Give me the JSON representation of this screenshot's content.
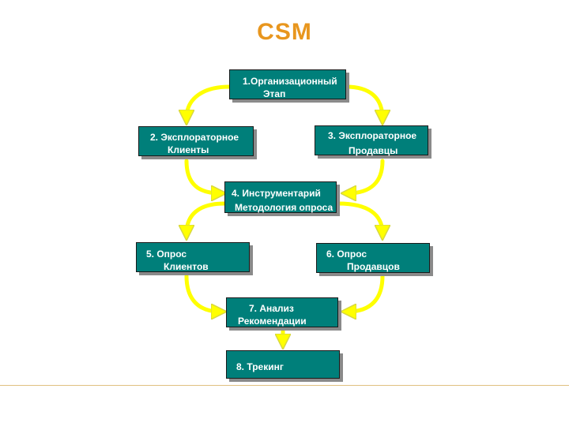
{
  "title": "CSM",
  "colors": {
    "title": "#e8961e",
    "box_fill": "#007f7a",
    "box_shadow": "#8a8a8a",
    "arrow": "#ffff00",
    "arrow_outline": "#e0e050",
    "rule": "#e0c080"
  },
  "steps": [
    {
      "line1": "1.Организационный",
      "line2": "Этап"
    },
    {
      "line1": "2.  Эксплораторное",
      "line2": "Клиенты"
    },
    {
      "line1": "3. Эксплораторное",
      "line2": "Продавцы"
    },
    {
      "line1": "4.  Инструментарий",
      "line2": "Методология опроса"
    },
    {
      "line1": "5.  Опрос",
      "line2": "Клиентов"
    },
    {
      "line1": "6.  Опрос",
      "line2": "Продавцов"
    },
    {
      "line1": "7.  Анализ",
      "line2": "Рекомендации"
    },
    {
      "line1": "8.  Трекинг"
    }
  ]
}
